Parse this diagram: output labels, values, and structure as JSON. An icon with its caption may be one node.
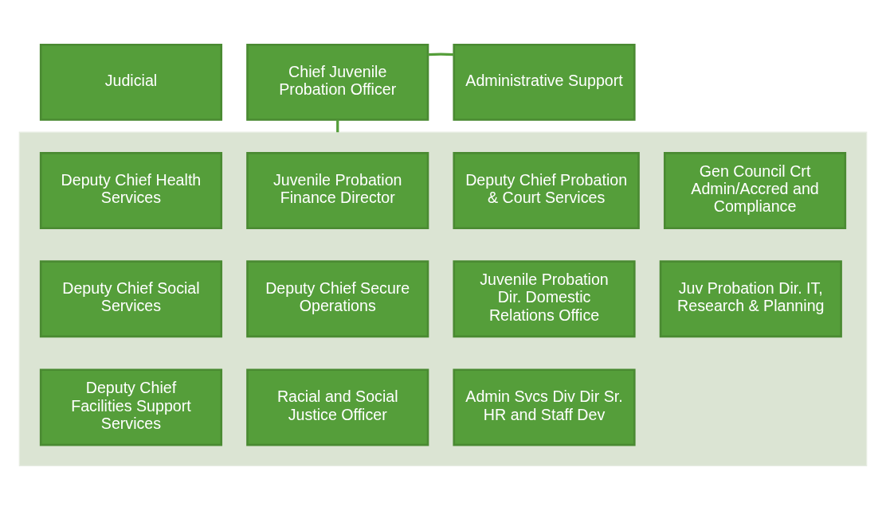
{
  "diagram": {
    "nodes": [
      {
        "text": [
          "Judicial"
        ]
      },
      {
        "text": [
          "Chief Juvenile Probation Officer"
        ]
      },
      {
        "text": [
          "Administrative Support"
        ]
      },
      {
        "text": [],
        "shape": "box"
      },
      {
        "text": [
          "Deputy Chief Health Services"
        ],
        "in": 3
      },
      {
        "text": [
          "Juvenile Probation Finance Director"
        ],
        "in": 3
      },
      {
        "text": [
          "Deputy Chief Probation & Court Services"
        ],
        "in": 3
      },
      {
        "text": [
          "Gen Council Crt Admin/Accred and Compliance"
        ],
        "in": 3
      },
      {
        "text": [
          "Deputy Chief Social Services"
        ],
        "in": 3
      },
      {
        "text": [
          "Deputy Chief Secure Operations"
        ],
        "in": 3
      },
      {
        "text": [
          "Juvenile Probation Dir. Domestic Relations Office"
        ],
        "in": 3
      },
      {
        "text": [
          "Juv Probation Dir. IT, Research & Planning"
        ],
        "in": 3
      },
      {
        "text": [
          "Deputy Chief Facilities Support Services"
        ],
        "in": 3
      },
      {
        "text": [
          "Racial and Social Justice Officer"
        ],
        "in": 3
      },
      {
        "text": [
          "Admin Svcs Div Dir Sr. HR and Staff Dev"
        ],
        "in": 3
      }
    ],
    "edges": [
      {
        "from": 1,
        "to": 2,
        "arrow": "none"
      },
      {
        "from": 1,
        "to": 3,
        "arrow": "none"
      }
    ]
  }
}
